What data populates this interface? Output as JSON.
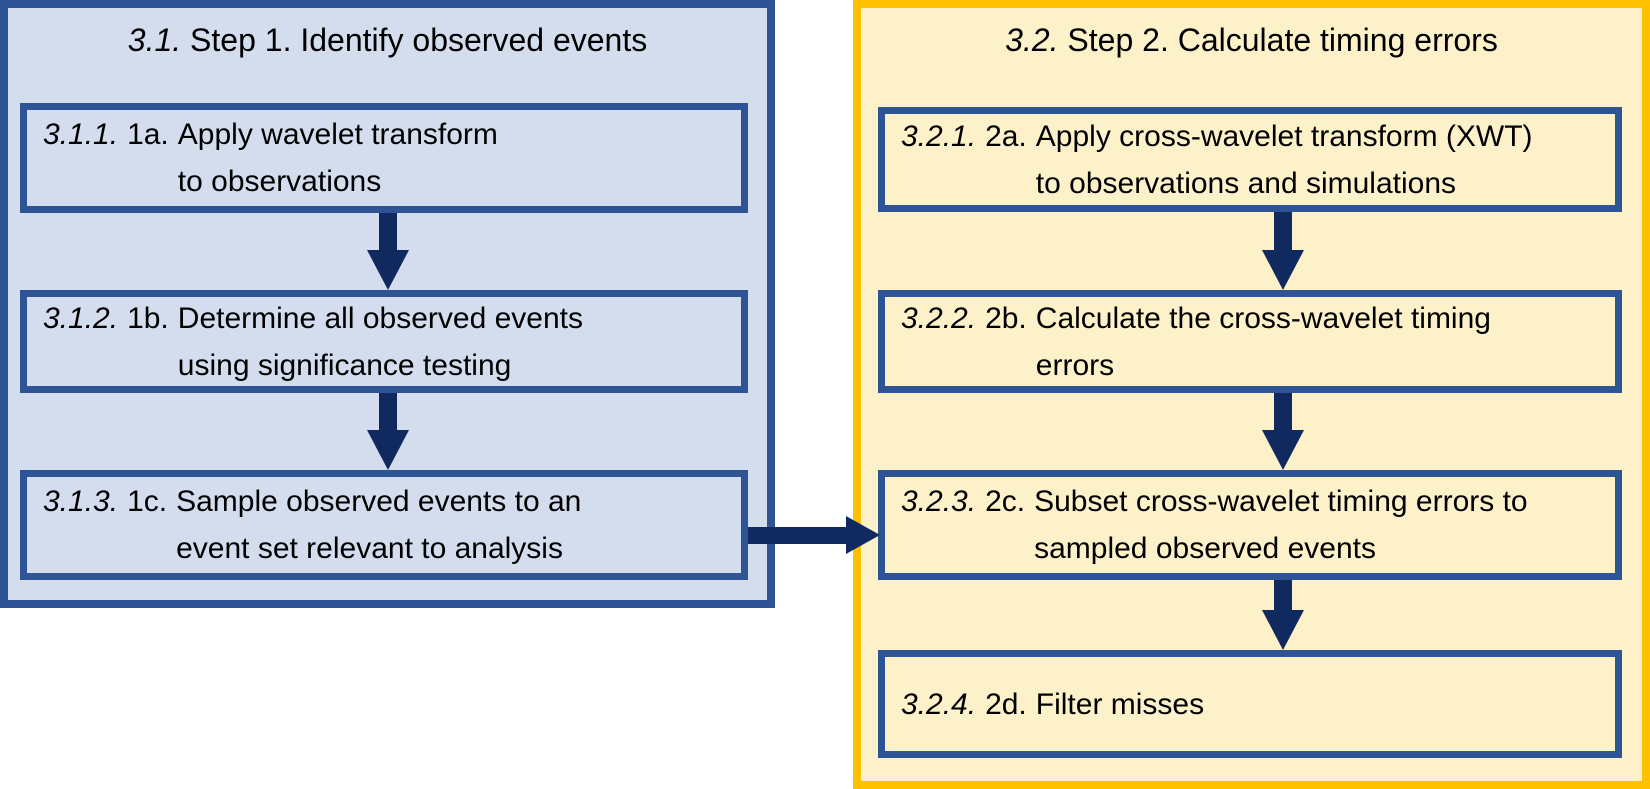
{
  "diagram": {
    "colors": {
      "panel_border_blue": "#2f5496",
      "panel_border_gold": "#ffc000",
      "left_bg": "#d3ddee",
      "right_bg": "#fdf1ca",
      "arrow_navy": "#102a60",
      "text": "#000000"
    },
    "panels": [
      {
        "id": "step1",
        "title": {
          "num": "3.1.",
          "text": "Step 1. Identify observed events"
        },
        "boxes": [
          {
            "num": "3.1.1.",
            "step": "1a.",
            "lines": [
              "Apply wavelet transform",
              "to observations"
            ]
          },
          {
            "num": "3.1.2.",
            "step": "1b.",
            "lines": [
              "Determine all observed events",
              "using significance testing"
            ]
          },
          {
            "num": "3.1.3.",
            "step": "1c.",
            "lines": [
              "Sample observed events to an",
              "event set relevant to analysis"
            ]
          }
        ]
      },
      {
        "id": "step2",
        "title": {
          "num": "3.2.",
          "text": "Step 2. Calculate timing errors"
        },
        "boxes": [
          {
            "num": "3.2.1.",
            "step": "2a.",
            "lines": [
              "Apply cross-wavelet transform (XWT)",
              "to observations and simulations"
            ]
          },
          {
            "num": "3.2.2.",
            "step": "2b.",
            "lines": [
              "Calculate the cross-wavelet timing",
              "errors"
            ]
          },
          {
            "num": "3.2.3.",
            "step": "2c.",
            "lines": [
              "Subset cross-wavelet timing errors to",
              "sampled observed events"
            ]
          },
          {
            "num": "3.2.4.",
            "step": "2d.",
            "lines": [
              "Filter misses"
            ]
          }
        ]
      }
    ]
  }
}
